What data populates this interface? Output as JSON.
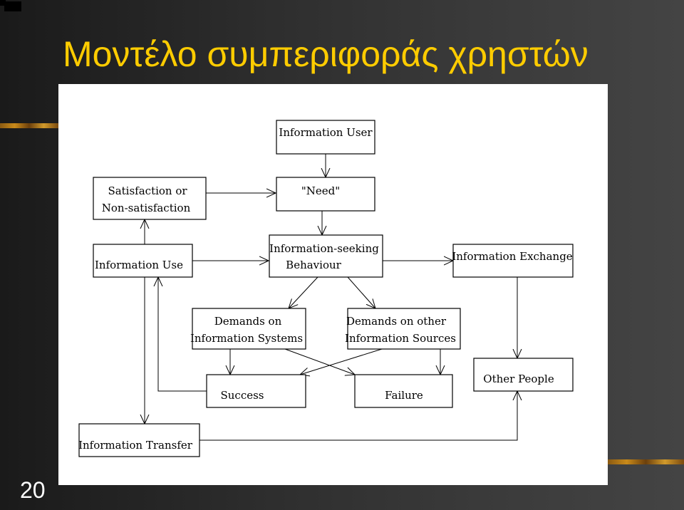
{
  "slide": {
    "title": "Μοντέλο συμπεριφοράς χρηστών",
    "number": "20",
    "title_color": "#ffcc00"
  },
  "diagram": {
    "nodes": {
      "information_user": [
        "Information User"
      ],
      "need": [
        "\"Need\""
      ],
      "satisfaction": [
        "Satisfaction or",
        "Non-satisfaction"
      ],
      "information_use": [
        "Information Use"
      ],
      "seeking_behaviour": [
        "Information-seeking",
        "Behaviour"
      ],
      "information_exchange": [
        "Information Exchange"
      ],
      "demands_systems": [
        "Demands on",
        "Information Systems"
      ],
      "demands_other": [
        "Demands on other",
        "Information Sources"
      ],
      "success": [
        "Success"
      ],
      "failure": [
        "Failure"
      ],
      "other_people": [
        "Other People"
      ],
      "information_transfer": [
        "Information Transfer"
      ]
    }
  }
}
